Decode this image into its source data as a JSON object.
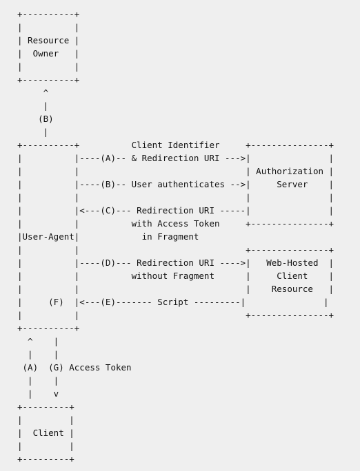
{
  "diagram": {
    "lines": [
      "+----------+",
      "|          |",
      "| Resource |",
      "|  Owner   |",
      "|          |",
      "+----------+",
      "     ^",
      "     |",
      "    (B)",
      "     |",
      "+----------+          Client Identifier     +---------------+",
      "|          |----(A)-- & Redirection URI --->|               |",
      "|          |                                | Authorization |",
      "|          |----(B)-- User authenticates -->|     Server    |",
      "|          |                                |               |",
      "|          |<---(C)--- Redirection URI -----|               |",
      "|          |          with Access Token     +---------------+",
      "|User-Agent|            in Fragment",
      "|          |                                +---------------+",
      "|          |----(D)--- Redirection URI ---->|   Web-Hosted  |",
      "|          |          without Fragment      |     Client    |",
      "|          |                                |    Resource   |",
      "|     (F)  |<---(E)------- Script ---------|               |",
      "|          |                                +---------------+",
      "+----------+",
      "  ^    |",
      "  |    |",
      " (A)  (G) Access Token",
      "  |    |",
      "  |    v",
      "+---------+",
      "|         |",
      "|  Client |",
      "|         |",
      "+---------+"
    ]
  }
}
